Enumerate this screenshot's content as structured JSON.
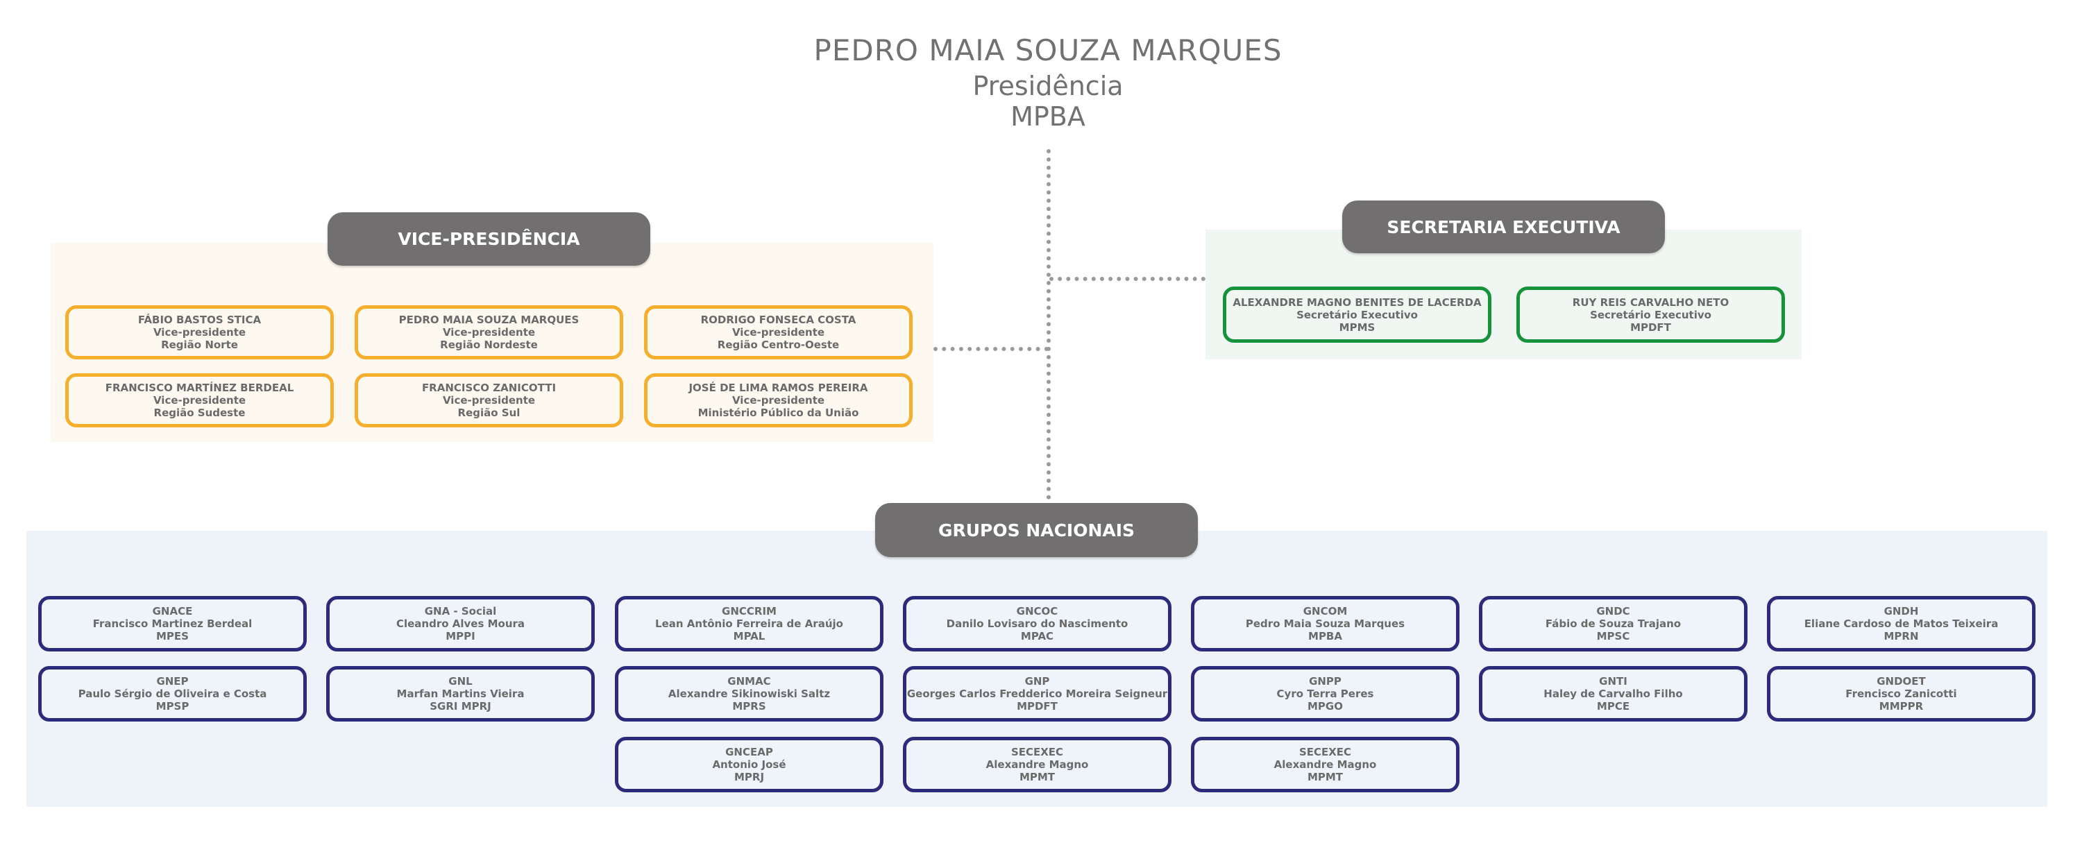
{
  "header": {
    "name": "PEDRO MAIA SOUZA MARQUES",
    "role": "Presidência",
    "org": "MPBA"
  },
  "vice": {
    "title": "VICE-PRESIDÊNCIA",
    "members": [
      {
        "name": "FÁBIO BASTOS STICA",
        "role": "Vice-presidente",
        "region": "Região Norte"
      },
      {
        "name": "PEDRO MAIA SOUZA MARQUES",
        "role": "Vice-presidente",
        "region": "Região Nordeste"
      },
      {
        "name": "RODRIGO FONSECA COSTA",
        "role": "Vice-presidente",
        "region": "Região Centro-Oeste"
      },
      {
        "name": "FRANCISCO MARTÍNEZ BERDEAL",
        "role": "Vice-presidente",
        "region": "Região Sudeste"
      },
      {
        "name": "FRANCISCO ZANICOTTI",
        "role": "Vice-presidente",
        "region": "Região Sul"
      },
      {
        "name": "JOSÉ DE LIMA RAMOS PEREIRA",
        "role": "Vice-presidente",
        "region": "Ministério Público da União"
      }
    ]
  },
  "secretaria": {
    "title": "SECRETARIA EXECUTIVA",
    "members": [
      {
        "name": "ALEXANDRE MAGNO BENITES DE LACERDA",
        "role": "Secretário Executivo",
        "org": "MPMS"
      },
      {
        "name": "RUY REIS CARVALHO NETO",
        "role": "Secretário Executivo",
        "org": "MPDFT"
      }
    ]
  },
  "grupos": {
    "title": "GRUPOS NACIONAIS",
    "items": [
      {
        "code": "GNACE",
        "name": "Francisco Martinez Berdeal",
        "org": "MPES"
      },
      {
        "code": "GNA - Social",
        "name": "Cleandro Alves Moura",
        "org": "MPPI"
      },
      {
        "code": "GNCCRIM",
        "name": "Lean Antônio Ferreira de Araújo",
        "org": "MPAL"
      },
      {
        "code": "GNCOC",
        "name": "Danilo Lovisaro do Nascimento",
        "org": "MPAC"
      },
      {
        "code": "GNCOM",
        "name": "Pedro Maia Souza Marques",
        "org": "MPBA"
      },
      {
        "code": "GNDC",
        "name": "Fábio de Souza Trajano",
        "org": "MPSC"
      },
      {
        "code": "GNDH",
        "name": "Eliane Cardoso de Matos Teixeira",
        "org": "MPRN"
      },
      {
        "code": "GNEP",
        "name": "Paulo Sérgio de Oliveira e Costa",
        "org": "MPSP"
      },
      {
        "code": "GNL",
        "name": "Marfan Martins Vieira",
        "org": "SGRI MPRJ"
      },
      {
        "code": "GNMAC",
        "name": "Alexandre Sikinowiski Saltz",
        "org": "MPRS"
      },
      {
        "code": "GNP",
        "name": "Georges Carlos Fredderico Moreira Seigneur",
        "org": "MPDFT"
      },
      {
        "code": "GNPP",
        "name": "Cyro Terra Peres",
        "org": "MPGO"
      },
      {
        "code": "GNTI",
        "name": "Haley de Carvalho Filho",
        "org": "MPCE"
      },
      {
        "code": "GNDOET",
        "name": "Frencisco Zanicotti",
        "org": "MMPPR"
      },
      {
        "code": "GNCEAP",
        "name": "Antonio José",
        "org": "MPRJ"
      },
      {
        "code": "SECEXEC",
        "name": "Alexandre Magno",
        "org": "MPMT"
      },
      {
        "code": "SECEXEC",
        "name": "Alexandre Magno",
        "org": "MPMT"
      }
    ]
  }
}
